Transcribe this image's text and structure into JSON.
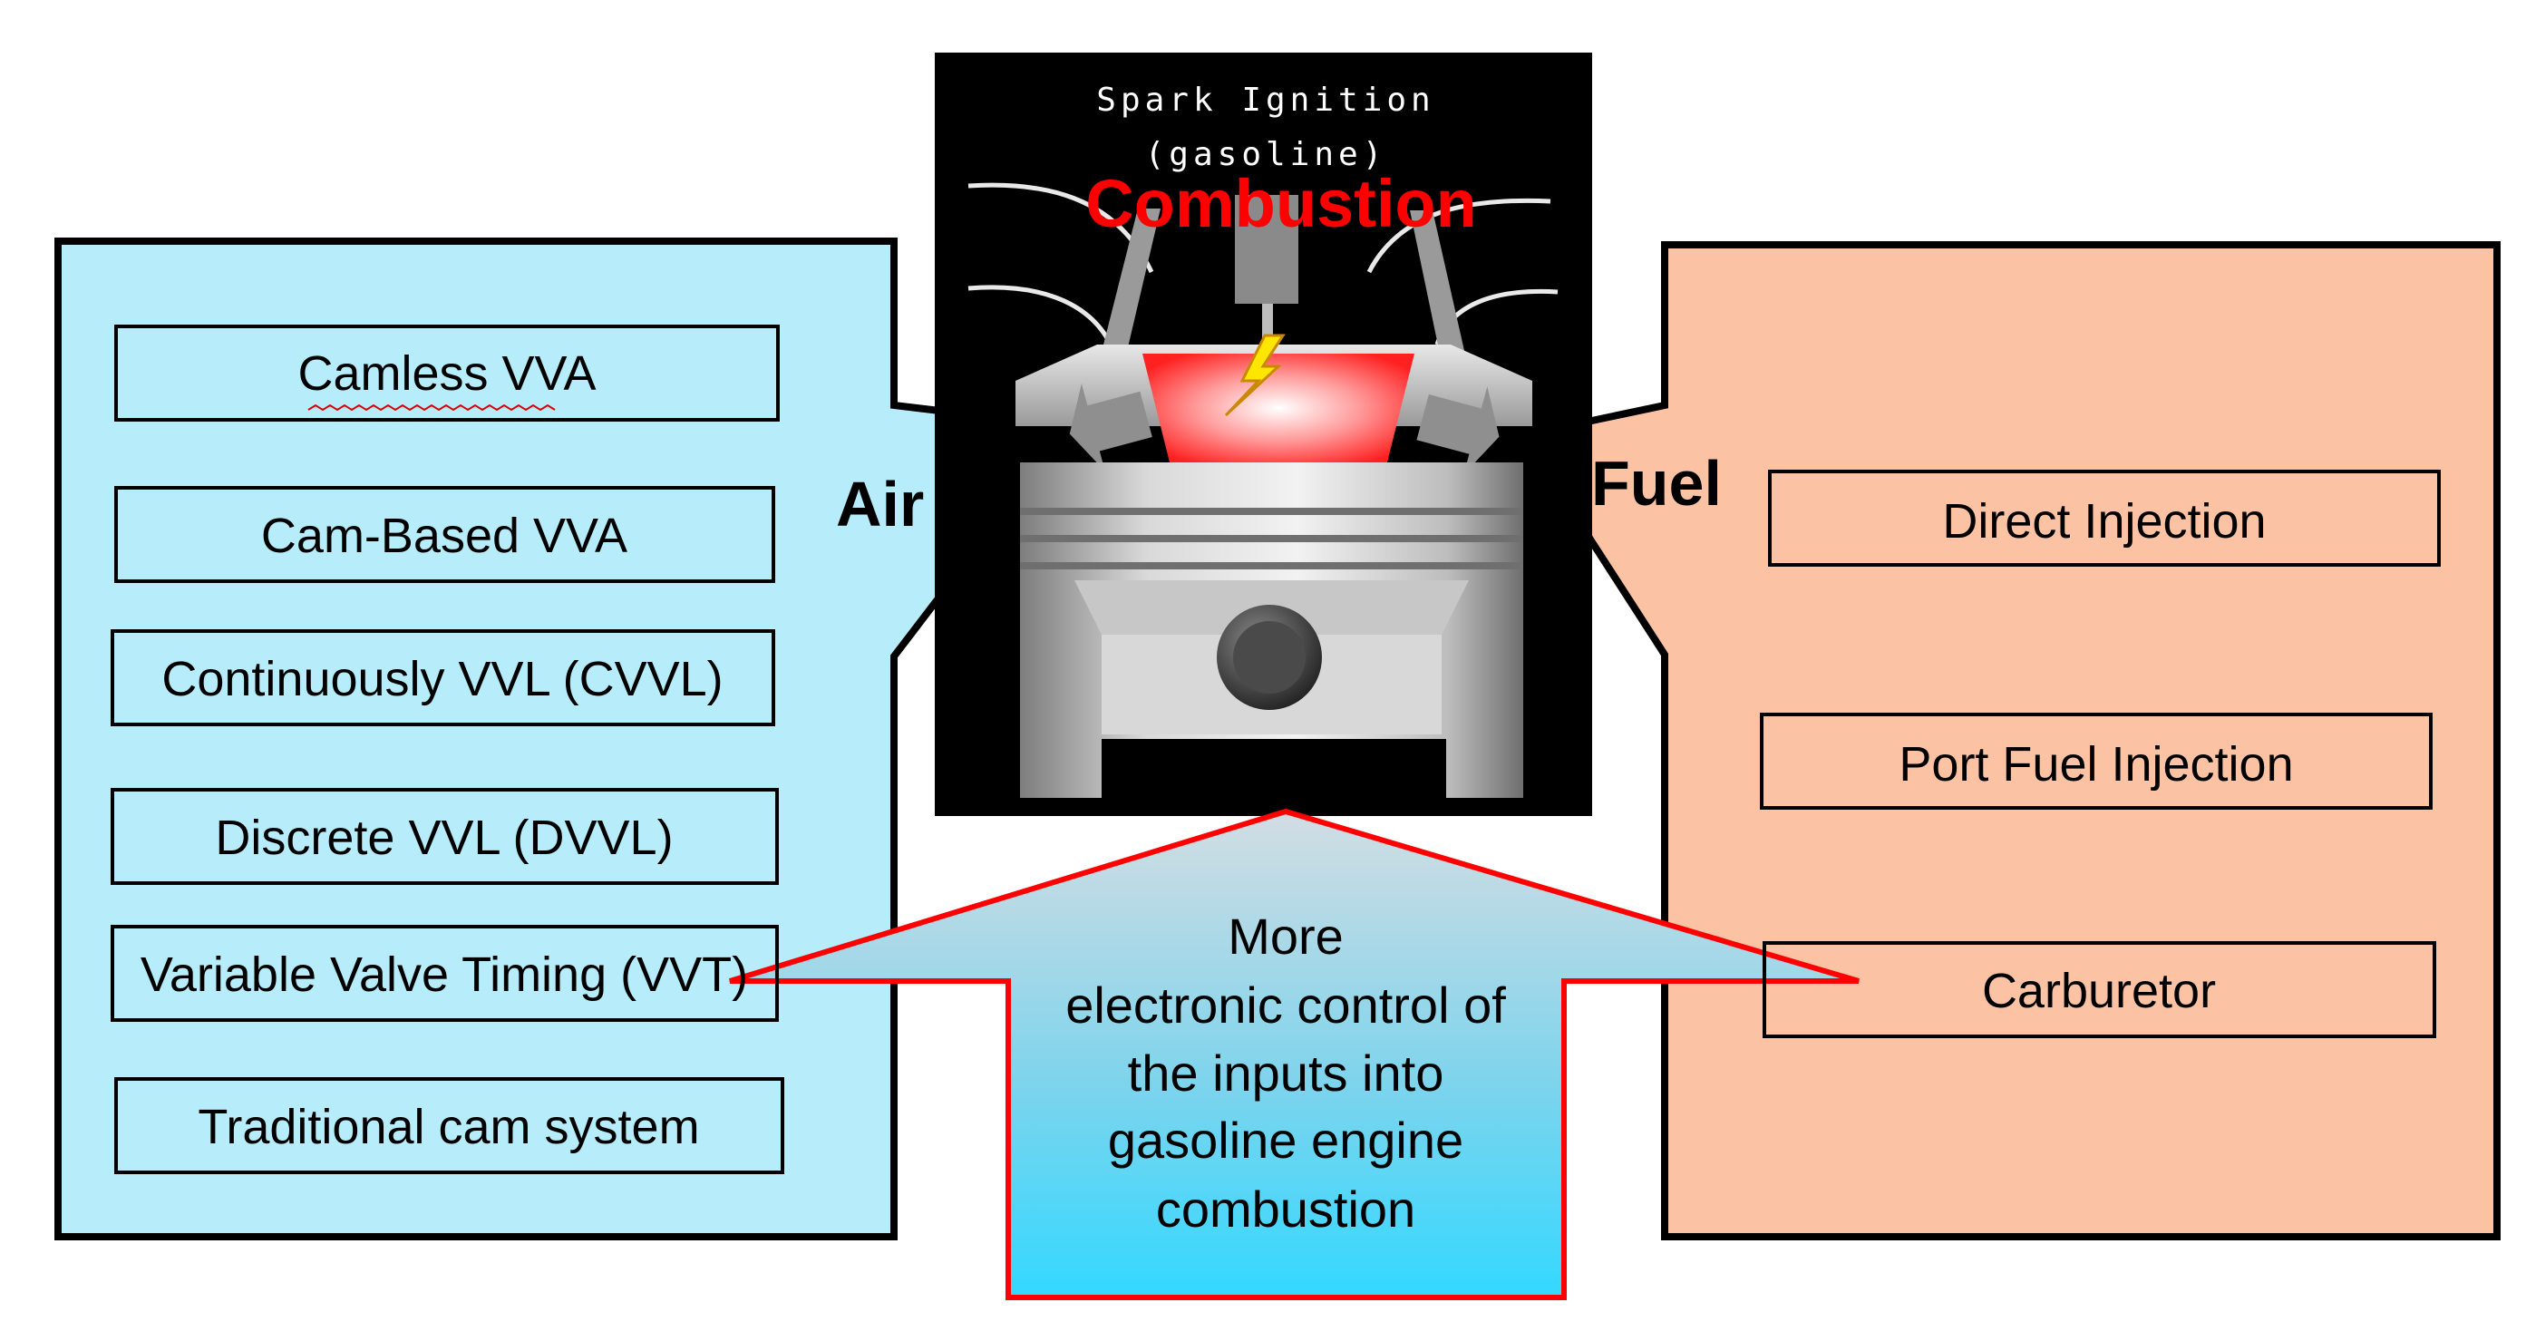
{
  "engine": {
    "title_line1": "Spark Ignition",
    "title_line2": "(gasoline)",
    "combustion_label": "Combustion"
  },
  "air": {
    "label": "Air",
    "items": [
      "Camless VVA",
      "Cam-Based VVA",
      "Continuously VVL (CVVL)",
      "Discrete VVL (DVVL)",
      "Variable Valve Timing (VVT)",
      "Traditional cam system"
    ]
  },
  "fuel": {
    "label": "Fuel",
    "items": [
      "Direct Injection",
      "Port Fuel Injection",
      "Carburetor"
    ]
  },
  "arrow": {
    "lines": [
      "More",
      "electronic control of",
      "the inputs into",
      "gasoline engine",
      "combustion"
    ]
  },
  "colors": {
    "air_panel": "#b7edfb",
    "fuel_panel": "#fbc3a4",
    "arrow_border": "#ff0000",
    "arrow_top": "#c7dbe3",
    "arrow_bottom": "#37d8ff",
    "engine_bg": "#000000"
  }
}
